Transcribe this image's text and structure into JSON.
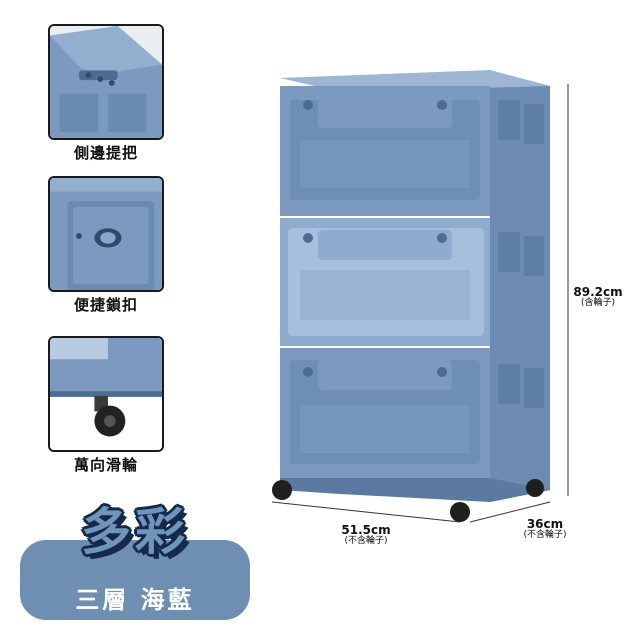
{
  "features": [
    {
      "label": "側邊提把",
      "icon": "side-handle-icon"
    },
    {
      "label": "便捷鎖扣",
      "icon": "lock-buckle-icon"
    },
    {
      "label": "萬向滑輪",
      "icon": "caster-wheel-icon"
    }
  ],
  "dimensions": {
    "height": {
      "value": "89.2cm",
      "note": "(含輪子)"
    },
    "width": {
      "value": "51.5cm",
      "note": "(不含輪子)"
    },
    "depth": {
      "value": "36cm",
      "note": "(不含輪子)"
    }
  },
  "badge": {
    "title": "多彩",
    "subtitle": "三層 海藍"
  },
  "colors": {
    "product_blue": "#7c9ac0",
    "product_dark": "#4d6c93",
    "badge_plate": "#6e8fb2",
    "outline": "#152a4a"
  }
}
